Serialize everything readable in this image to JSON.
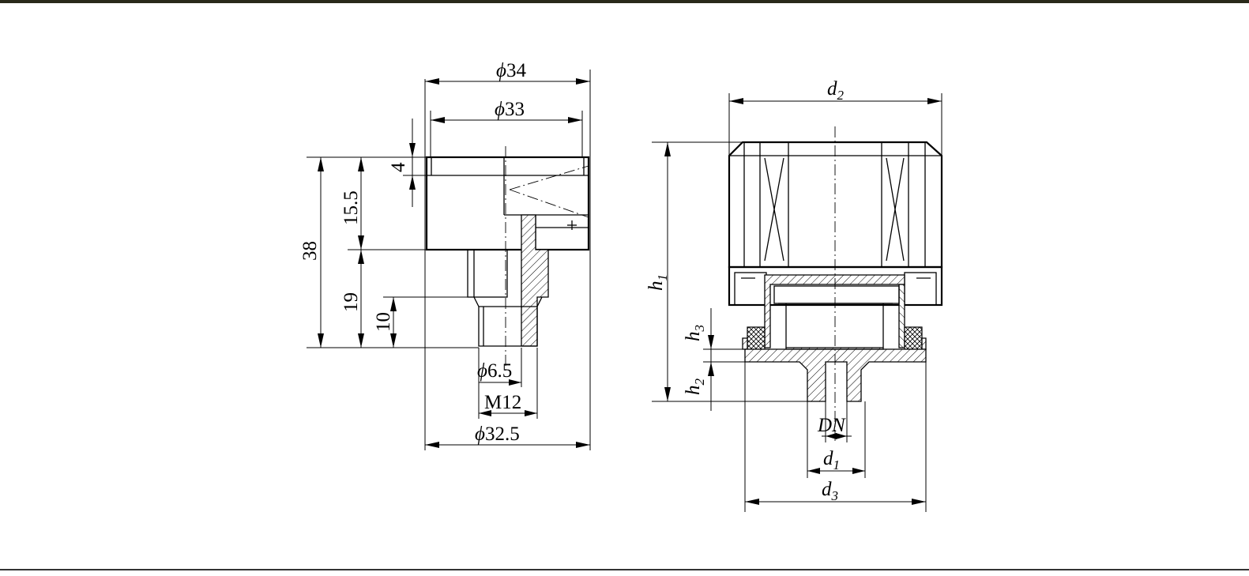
{
  "left_view": {
    "dims": {
      "d34": "34",
      "d33": "33",
      "h4": "4",
      "h15_5": "15.5",
      "h38": "38",
      "h19": "19",
      "h10": "10",
      "d6_5": "6.5",
      "m12": "M12",
      "d32_5": "32.5"
    },
    "phi": "ϕ"
  },
  "right_view": {
    "labels": {
      "d2": "d",
      "d2_sub": "2",
      "h1": "h",
      "h1_sub": "1",
      "h3": "h",
      "h3_sub": "3",
      "h2": "h",
      "h2_sub": "2",
      "dn": "DN",
      "d1": "d",
      "d1_sub": "1",
      "d3": "d",
      "d3_sub": "3"
    }
  }
}
